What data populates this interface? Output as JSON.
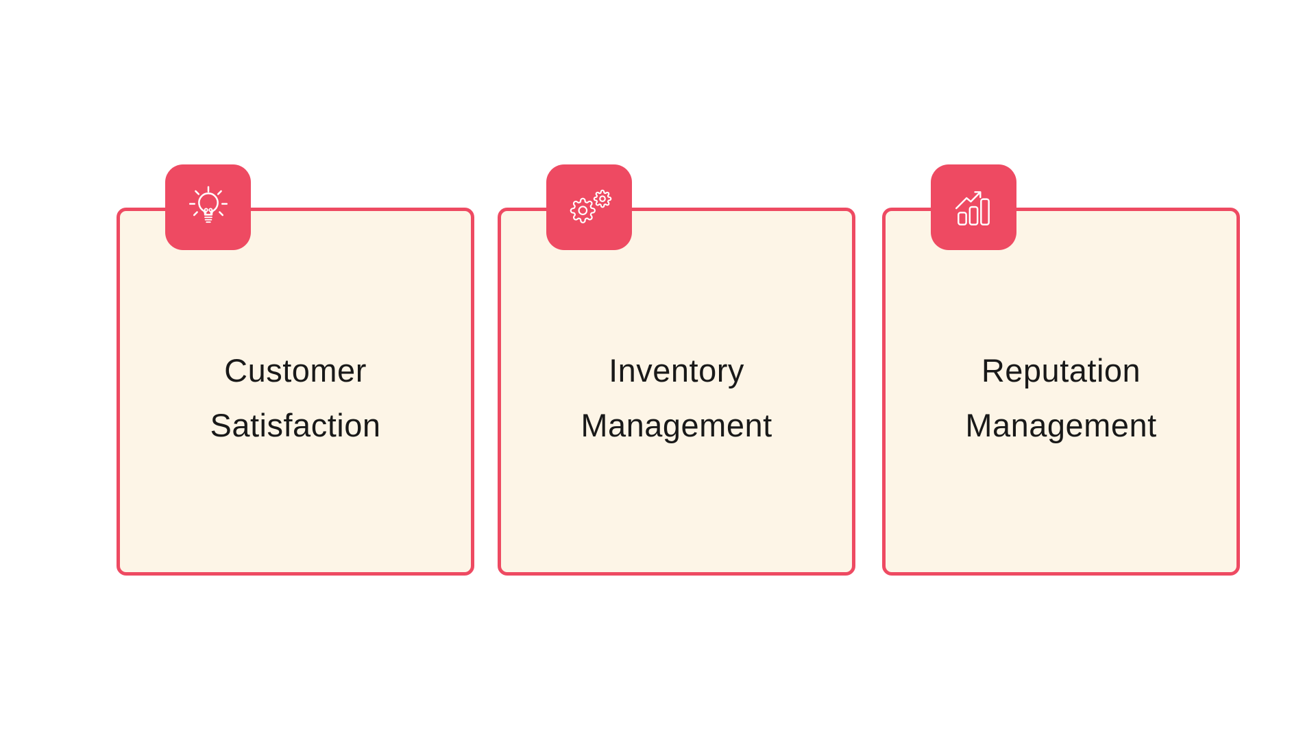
{
  "page": {
    "background_color": "#ffffff",
    "description": "Three infographic cards with icon badges"
  },
  "theme": {
    "accent_color": "#ee4a62",
    "card_fill_color": "#fdf5e7",
    "title_color": "#191919",
    "icon_color": "#ffffff"
  },
  "cards": [
    {
      "icon": "lightbulb-idea-icon",
      "title": "Customer Satisfaction",
      "title_lines": [
        "Customer",
        "Satisfaction"
      ]
    },
    {
      "icon": "gears-icon",
      "title": "Inventory Management",
      "title_lines": [
        "Inventory",
        "Management"
      ]
    },
    {
      "icon": "growth-bar-chart-icon",
      "title": "Reputation Management",
      "title_lines": [
        "Reputation",
        "Management"
      ]
    }
  ]
}
